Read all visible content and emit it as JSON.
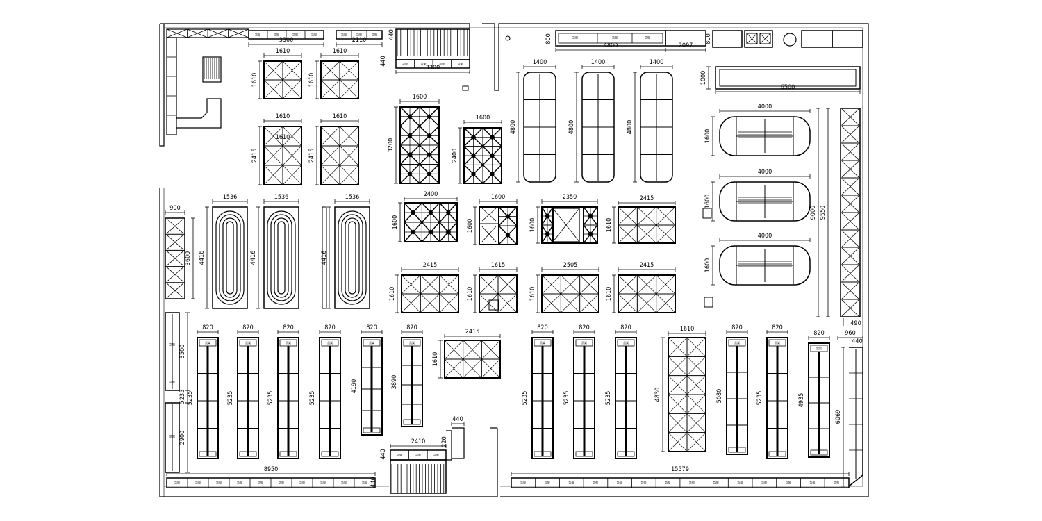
{
  "colors": {
    "ink": "#000000",
    "paper": "#ffffff"
  },
  "shelf_label": "货架",
  "dimensions": {
    "top_shelf_a": "3300",
    "top_shelf_b": "2110",
    "top_shelf_c": "3300",
    "top_shelf_c_depth": "440",
    "stair_top_depth": "440",
    "cold_counter_len": "4800",
    "cold_counter_gap": "2097",
    "cold_counter_depth_a": "800",
    "cold_counter_depth_b": "800",
    "cold_long_len": "6500",
    "cold_long_depth": "1000",
    "sq_a1_w": "1610",
    "sq_a1_h": "1610",
    "sq_a2_w": "1610",
    "sq_a2_h": "1610",
    "sq_b1_w": "1610",
    "sq_b1_h": "2415",
    "sq_b1_inner": "1610",
    "sq_b2_w": "1610",
    "sq_b2_h": "2415",
    "star_a_w": "1600",
    "star_a_h": "3200",
    "star_b_w": "1600",
    "star_b_h": "2400",
    "fr1_w": "1400",
    "fr1_h": "4800",
    "fr2_w": "1400",
    "fr2_h": "4800",
    "fr3_w": "1400",
    "fr3_h": "4800",
    "island1_w": "4000",
    "island1_h": "1600",
    "island2_w": "4000",
    "island2_h": "1600",
    "island3_w": "4000",
    "island3_h": "1600",
    "right_wall_h": "9000",
    "right_wall_total": "9550",
    "right_wall_gap": "490",
    "left_wall_w": "900",
    "left_wall_h": "3600",
    "oval1_w": "1536",
    "oval1_h": "4416",
    "oval2_w": "1536",
    "oval2_h": "4416",
    "oval3_w": "1536",
    "oval3_h": "4416",
    "mid_a_w": "2400",
    "mid_a_h": "1600",
    "mid_b_w": "1600",
    "mid_b_h": "1600",
    "mid_c_w": "2350",
    "mid_c_h": "1600",
    "mid_d_w": "2415",
    "mid_d_h": "1610",
    "low_a_w": "2415",
    "low_a_h": "1610",
    "low_b_w": "1615",
    "low_b_h": "1610",
    "low_c_w": "2505",
    "low_c_h": "1610",
    "low_d_w": "2415",
    "low_d_h": "1610",
    "center_sq_w": "2415",
    "center_sq_h": "1610",
    "left_col_a": "3500",
    "left_col_b": "5235",
    "left_col_c": "2900",
    "gondola_w": "820",
    "g1_h": "5235",
    "g2_h": "5235",
    "g3_h": "5235",
    "g4_h": "5235",
    "g5_h": "4190",
    "g6_h": "3890",
    "g7_h": "5235",
    "g8_h": "5235",
    "g9_h": "5235",
    "big_rack_w": "1610",
    "big_rack_h": "4830",
    "g10_h": "5080",
    "g11_h": "5235",
    "g12_h": "4935",
    "right_corner_w": "960",
    "right_corner_d": "440",
    "right_bottom_h": "6069",
    "bottom_left_len": "8950",
    "bottom_left_depth": "440",
    "bottom_right_len": "15579",
    "stair_bottom_w": "2410",
    "stair_bottom_d": "440",
    "stair_bottom_d2": "220",
    "stair_bottom_d3": "440"
  }
}
